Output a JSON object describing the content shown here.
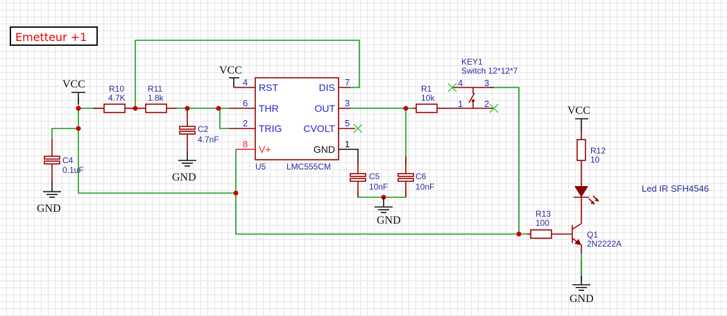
{
  "title": "Emetteur +1",
  "colors": {
    "wire": "#1a9a1a",
    "pin": "#990000",
    "label": "#2a2aa0",
    "title": "#ee0000",
    "junction": "#cc0000",
    "noconnect": "#33cc33"
  },
  "nets": {
    "vcc": "VCC",
    "gnd": "GND"
  },
  "components": {
    "r10": {
      "ref": "R10",
      "value": "4.7K"
    },
    "r11": {
      "ref": "R11",
      "value": "1.8k"
    },
    "c2": {
      "ref": "C2",
      "value": "4.7nF"
    },
    "c4": {
      "ref": "C4",
      "value": "0.1uF"
    },
    "c5": {
      "ref": "C5",
      "value": "10nF"
    },
    "c6": {
      "ref": "C6",
      "value": "10nF"
    },
    "r1": {
      "ref": "R1",
      "value": "10k"
    },
    "r12": {
      "ref": "R12",
      "value": "10"
    },
    "r13": {
      "ref": "R13",
      "value": "100"
    },
    "q1": {
      "ref": "Q1",
      "value": "2N2222A"
    },
    "key1": {
      "ref": "KEY1",
      "value": "Switch 12*12*7",
      "pins": [
        "4",
        "3",
        "1",
        "2"
      ]
    },
    "u5": {
      "ref": "U5",
      "value": "LMC555CM",
      "left_pins": [
        {
          "num": "4",
          "name": "RST"
        },
        {
          "num": "6",
          "name": "THR"
        },
        {
          "num": "2",
          "name": "TRIG"
        },
        {
          "num": "8",
          "name": "V+"
        }
      ],
      "right_pins": [
        {
          "num": "7",
          "name": "DIS"
        },
        {
          "num": "3",
          "name": "OUT"
        },
        {
          "num": "5",
          "name": "CVOLT"
        },
        {
          "num": "1",
          "name": "GND"
        }
      ]
    }
  },
  "annotation": "Led IR SFH4546"
}
